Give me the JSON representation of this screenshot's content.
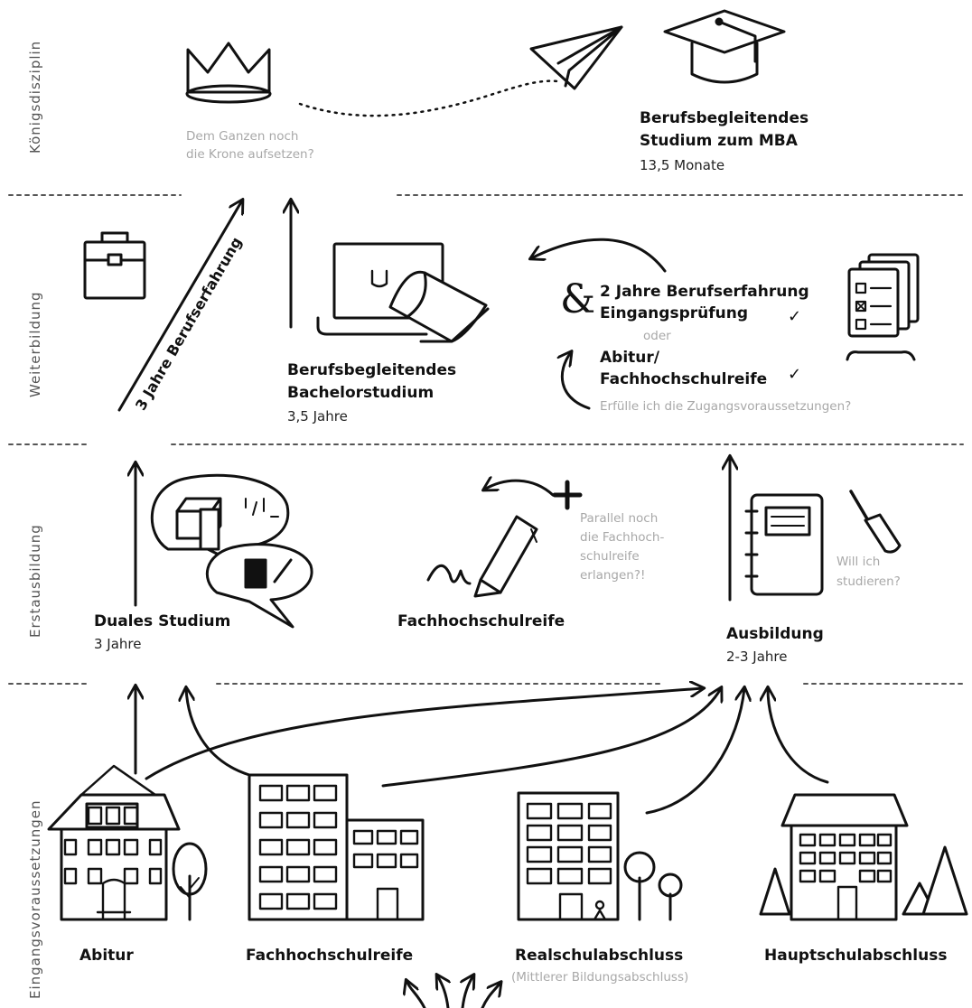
{
  "sections": {
    "koenigsdisziplin": "Königsdisziplin",
    "weiterbildung": "Weiterbildung",
    "erstausbildung": "Erstausbildung",
    "eingangsvoraussetzungen": "Eingangsvoraussetzungen"
  },
  "mba": {
    "question_line1": "Dem Ganzen noch",
    "question_line2": "die Krone aufsetzen?",
    "title_line1": "Berufsbegleitendes",
    "title_line2": "Studium zum MBA",
    "duration": "13,5 Monate"
  },
  "bachelor": {
    "title_line1": "Berufsbegleitendes",
    "title_line2": "Bachelorstudium",
    "duration": "3,5 Jahre"
  },
  "experience_arrow_label": "3 Jahre Berufserfahrung",
  "requirements": {
    "ampersand": "&",
    "line1": "2 Jahre Berufserfahrung",
    "line2": "Eingangsprüfung",
    "or": "oder",
    "line3": "Abitur/",
    "line4": "Fachhochschulreife",
    "question": "Erfülle ich die Zugangsvoraussetzungen?",
    "check": "✓"
  },
  "erstausbildung": {
    "duales": {
      "title": "Duales Studium",
      "duration": "3 Jahre"
    },
    "fhr": {
      "title": "Fachhochschulreife"
    },
    "parallel_note": [
      "Parallel noch",
      "die Fachhoch-",
      "schulreife",
      "erlangen?!"
    ],
    "plus": "+",
    "ausbildung": {
      "title": "Ausbildung",
      "duration": "2-3 Jahre"
    },
    "study_question": [
      "Will ich",
      "studieren?"
    ]
  },
  "entry": {
    "abitur": "Abitur",
    "fachhochschulreife": "Fachhochschulreife",
    "realschulabschluss": "Realschulabschluss",
    "realschul_note": "(Mittlerer Bildungsabschluss)",
    "hauptschulabschluss": "Hauptschulabschluss"
  }
}
